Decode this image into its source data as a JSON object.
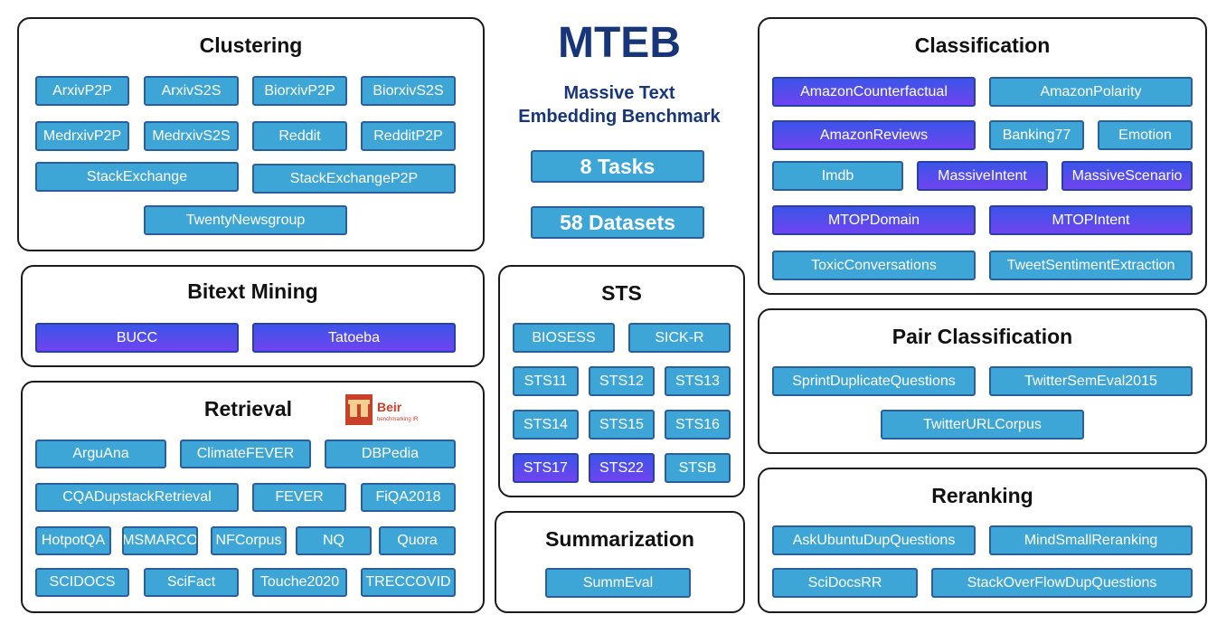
{
  "header": {
    "title": "MTEB",
    "subtitle_line1": "Massive Text",
    "subtitle_line2": "Embedding Benchmark",
    "tasks_label": "8 Tasks",
    "datasets_label": "58 Datasets"
  },
  "colors": {
    "standard_chip": "#3ea6d6",
    "multilingual_chip": "#5b4bee",
    "title_text": "#17367a"
  },
  "beir_logo": {
    "text": "Beir",
    "subtext": "benchmarking IR"
  },
  "panels": {
    "clustering": {
      "title": "Clustering",
      "datasets": [
        "ArxivP2P",
        "ArxivS2S",
        "BiorxivP2P",
        "BiorxivS2S",
        "MedrxivP2P",
        "MedrxivS2S",
        "Reddit",
        "RedditP2P",
        "StackExchange",
        "StackExchangeP2P",
        "TwentyNewsgroup"
      ]
    },
    "bitext": {
      "title": "Bitext Mining",
      "datasets": [
        "BUCC",
        "Tatoeba"
      ]
    },
    "retrieval": {
      "title": "Retrieval",
      "datasets": [
        "ArguAna",
        "ClimateFEVER",
        "DBPedia",
        "CQADupstackRetrieval",
        "FEVER",
        "FiQA2018",
        "HotpotQA",
        "MSMARCO",
        "NFCorpus",
        "NQ",
        "Quora",
        "SCIDOCS",
        "SciFact",
        "Touche2020",
        "TRECCOVID"
      ]
    },
    "sts": {
      "title": "STS",
      "datasets": [
        "BIOSESS",
        "SICK-R",
        "STS11",
        "STS12",
        "STS13",
        "STS14",
        "STS15",
        "STS16",
        "STS17",
        "STS22",
        "STSB"
      ]
    },
    "summarization": {
      "title": "Summarization",
      "datasets": [
        "SummEval"
      ]
    },
    "classification": {
      "title": "Classification",
      "datasets": [
        "AmazonCounterfactual",
        "AmazonPolarity",
        "AmazonReviews",
        "Banking77",
        "Emotion",
        "Imdb",
        "MassiveIntent",
        "MassiveScenario",
        "MTOPDomain",
        "MTOPIntent",
        "ToxicConversations",
        "TweetSentimentExtraction"
      ]
    },
    "pair_classification": {
      "title": "Pair Classification",
      "datasets": [
        "SprintDuplicateQuestions",
        "TwitterSemEval2015",
        "TwitterURLCorpus"
      ]
    },
    "reranking": {
      "title": "Reranking",
      "datasets": [
        "AskUbuntuDupQuestions",
        "MindSmallReranking",
        "SciDocsRR",
        "StackOverFlowDupQuestions"
      ]
    }
  }
}
